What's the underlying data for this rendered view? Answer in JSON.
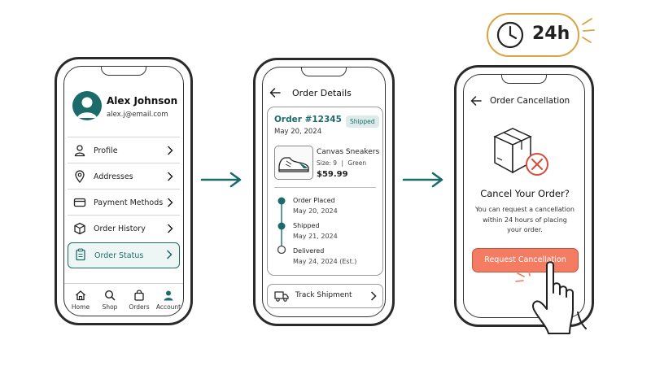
{
  "account": {
    "user_name": "Alex Johnson",
    "user_email": "alex.j@email.com",
    "menu": [
      {
        "label": "Profile",
        "icon": "person-icon"
      },
      {
        "label": "Addresses",
        "icon": "location-pin-icon"
      },
      {
        "label": "Payment Methods",
        "icon": "credit-card-icon"
      },
      {
        "label": "Order History",
        "icon": "package-icon"
      },
      {
        "label": "Order Status",
        "icon": "clipboard-icon",
        "selected": true
      }
    ],
    "tabs": [
      {
        "label": "Home",
        "icon": "home-icon"
      },
      {
        "label": "Shop",
        "icon": "search-icon"
      },
      {
        "label": "Orders",
        "icon": "shopping-bag-icon"
      },
      {
        "label": "Account",
        "icon": "person-icon",
        "active": true
      }
    ]
  },
  "order_details": {
    "title": "Order Details",
    "order_number": "Order #12345",
    "order_date": "May 20, 2024",
    "status_badge": "Shipped",
    "product": {
      "name": "Canvas Sneakers",
      "size": "Size: 9",
      "separator": "|",
      "color": "Green",
      "price": "$59.99"
    },
    "timeline": [
      {
        "label": "Order Placed",
        "date": "May 20, 2024",
        "done": true
      },
      {
        "label": "Shipped",
        "date": "May 21, 2024",
        "done": true
      },
      {
        "label": "Delivered",
        "date": "May 24, 2024 (Est.)",
        "done": false
      }
    ],
    "track_label": "Track Shipment"
  },
  "cancellation": {
    "title": "Order Cancellation",
    "heading": "Cancel Your Order?",
    "body_lines": [
      "You can request a cancellation",
      "within 24 hours of placing",
      "your order."
    ],
    "button_label": "Request Cancellation",
    "badge_text": "24h"
  },
  "colors": {
    "teal": "#1c6b6b",
    "teal_light": "#dcebea",
    "salmon": "#f47c62",
    "gold": "#d9a441",
    "red_circle": "#d94b3a"
  }
}
